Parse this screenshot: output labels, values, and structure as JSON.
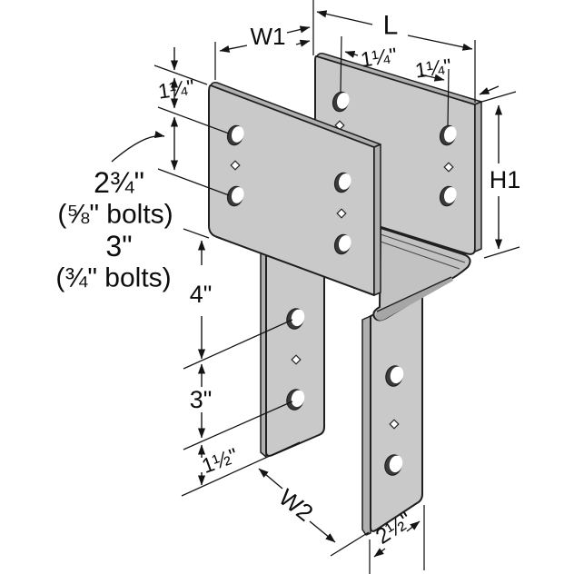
{
  "diagram_title": "column-cap-dimension-diagram",
  "labels": {
    "w1": "W1",
    "l": "L",
    "h1": "H1",
    "w2": "W2",
    "edge_offset_top": "1¼\"",
    "edge_offset_back_left": "1¼\"",
    "edge_offset_back_right": "1¼\"",
    "bolt_spacing_a": "2¾\"",
    "bolt_spacing_a_note": "(⅝\" bolts)",
    "bolt_spacing_b": "3\"",
    "bolt_spacing_b_note": "(¾\" bolts)",
    "strap_top_offset": "4\"",
    "strap_hole_spacing": "3\"",
    "strap_end_offset": "1½\"",
    "strap_width": "2½\""
  },
  "colors": {
    "steel_face": "#c9c9c9",
    "steel_edge_band": "#b0b0b0",
    "steel_seat": "#c2c2c2",
    "line": "#141414",
    "background": "#ffffff"
  }
}
